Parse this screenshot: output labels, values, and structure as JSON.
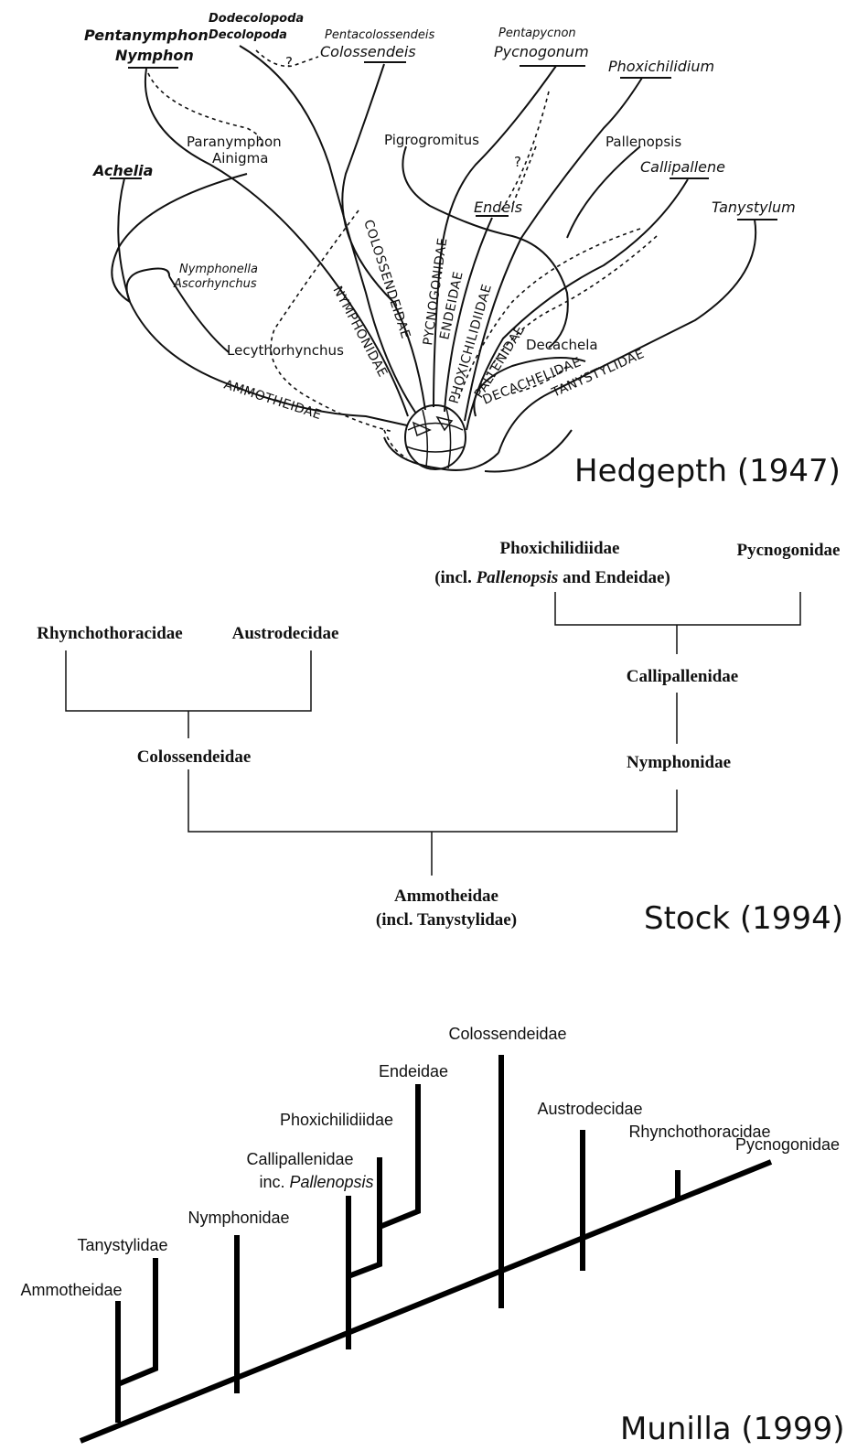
{
  "hedgepeth": {
    "credit": "Hedgepth (1947)",
    "taxa": {
      "pentanymphon": "Pentanymphon",
      "nymphon": "Nymphon",
      "dodecolopoda": "Dodecolopoda",
      "decolopoda": "Decolopoda",
      "pentacolossendeis": "Pentacolossendeis",
      "colossendeis": "Colossendeis",
      "pentapycnon": "Pentapycnon",
      "pycnogonum": "Pycnogonum",
      "phoxichilidium": "Phoxichilidium",
      "paranymphon": "Paranymphon",
      "ainigma": "Ainigma",
      "pigrogromitus": "Pigrogromitus",
      "pallenopsis": "Pallenopsis",
      "callipallene": "Callipallene",
      "achelia": "Achelia",
      "endeis": "Endeis",
      "tanystylum": "Tanystylum",
      "nymphonella": "Nymphonella",
      "ascorhynchus": "Ascorhynchus",
      "lecythorhynchus": "Lecythorhynchus",
      "decachela": "Decachela",
      "question": "?"
    },
    "families": {
      "colossendeidae": "COLOSSENDEIDAE",
      "nymphonidae": "NYMPHONIDAE",
      "pycnogonidae": "PYCNOGONIDAE",
      "endeidae": "ENDEIDAE",
      "phoxichilidiidae": "PHOXICHILIDIIDAE",
      "pallenidae": "PALLENIDAE",
      "decachelidae": "DECACHELIDAE",
      "tanystylidae": "TANYSTYLIDAE",
      "ammotheidae": "AMMOTHEIDAE"
    }
  },
  "stock": {
    "credit": "Stock (1994)",
    "phoxi_line1": "Phoxichilidiidae",
    "phoxi_line2_pre": "(incl. ",
    "phoxi_line2_italic": "Pallenopsis",
    "phoxi_line2_post": " and Endeidae)",
    "pycnogonidae": "Pycnogonidae",
    "rhynchothoracidae": "Rhynchothoracidae",
    "austrodecidae": "Austrodecidae",
    "callipallenidae": "Callipallenidae",
    "colossendeidae": "Colossendeidae",
    "nymphonidae": "Nymphonidae",
    "ammo_line1": "Ammotheidae",
    "ammo_line2": "(incl. Tanystylidae)"
  },
  "munilla": {
    "credit": "Munilla (1999)",
    "colossendeidae": "Colossendeidae",
    "endeidae": "Endeidae",
    "austrodecidae": "Austrodecidae",
    "rhynchothoracidae": "Rhynchothoracidae",
    "phoxichilidiidae": "Phoxichilidiidae",
    "pycnogonidae": "Pycnogonidae",
    "callipallenidae": "Callipallenidae",
    "inc_pre": "inc. ",
    "inc_italic": "Pallenopsis",
    "nymphonidae": "Nymphonidae",
    "tanystylidae": "Tanystylidae",
    "ammotheidae": "Ammotheidae"
  }
}
